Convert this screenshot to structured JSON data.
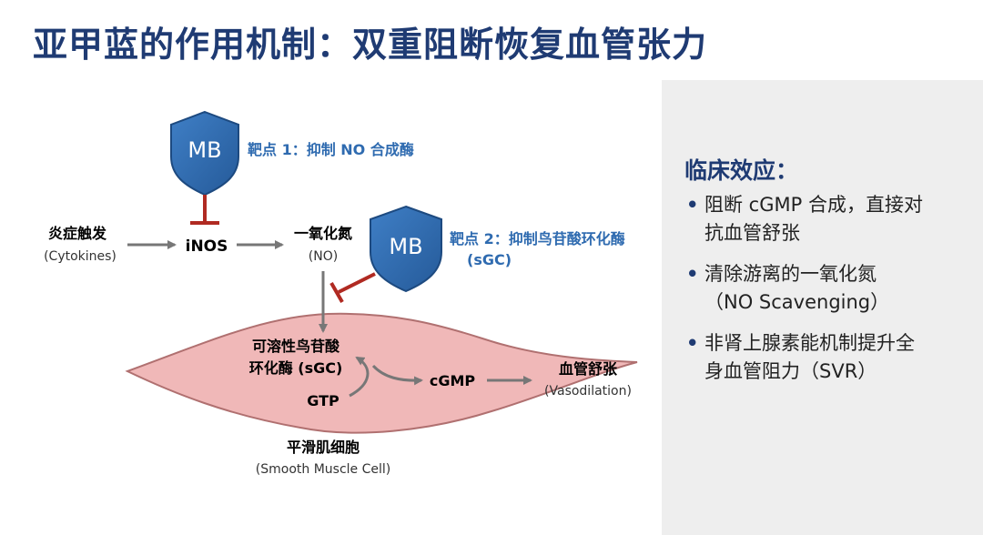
{
  "title": "亚甲蓝的作用机制：双重阻断恢复血管张力",
  "shield_label": "MB",
  "target1": "靶点 1：抑制 NO 合成酶",
  "target2_line1": "靶点 2：抑制鸟苷酸环化酶",
  "target2_line2": "(sGC)",
  "nodes": {
    "inflammation": "炎症触发",
    "cytokines": "(Cytokines)",
    "inos": "iNOS",
    "no_name": "一氧化氮",
    "no_abbr": "(NO)",
    "sgc_line1": "可溶性鸟苷酸",
    "sgc_line2": "环化酶 (sGC)",
    "gtp": "GTP",
    "cgmp": "cGMP",
    "vaso_name": "血管舒张",
    "vaso_en": "(Vasodilation)",
    "cell_name": "平滑肌细胞",
    "cell_en": "(Smooth Muscle Cell)"
  },
  "clinical": {
    "title": "临床效应：",
    "effects": [
      [
        "阻断 cGMP 合成，直接对",
        "抗血管舒张"
      ],
      [
        "清除游离的一氧化氮",
        "（NO Scavenging）"
      ],
      [
        "非肾上腺素能机制提升全",
        "身血管阻力（SVR）"
      ]
    ]
  },
  "colors": {
    "title": "#1f3b73",
    "shield": "#2f6bb0",
    "target_text": "#2f6bb0",
    "inhibit": "#b02a22",
    "arrow": "#777777",
    "cell_fill": "#f0b8b8",
    "cell_stroke": "#b07070",
    "panel_bg": "#eeeeee"
  },
  "icons": [
    "shield-icon",
    "inhibit-icon",
    "arrow-icon"
  ]
}
